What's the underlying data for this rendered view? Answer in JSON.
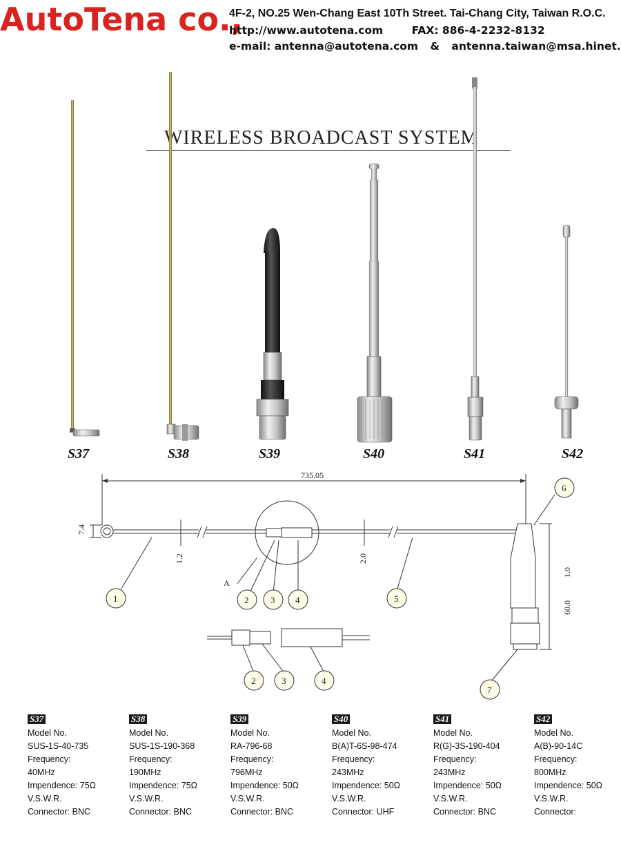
{
  "header": {
    "brand": "AutoTena co.,",
    "address": "4F-2,  NO.25  Wen-Chang East  10Th Street. Tai-Chang City, Taiwan R.O.C.",
    "website": "http://www.autotena.com",
    "fax": "FAX: 886-4-2232-8132",
    "email_label": "e-mail: antenna@autotena.com",
    "email_sep": "&",
    "email_alt": "antenna.taiwan@msa.hinet.net"
  },
  "banner": "WIRELESS  BROADCAST  SYSTEM",
  "product_codes": [
    "S37",
    "S38",
    "S39",
    "S40",
    "S41",
    "S42"
  ],
  "diagram": {
    "dim_total": "735.05",
    "dim_74": "7.4",
    "dim_12": "1.2",
    "dim_20": "2.0",
    "dim_10": "1.0",
    "dim_600": "60.0",
    "label_a": "A",
    "callouts": [
      "1",
      "2",
      "3",
      "4",
      "5",
      "6",
      "7",
      "2",
      "3",
      "4"
    ]
  },
  "specs": [
    {
      "code": "S37",
      "model_label": "Model No.",
      "model": "SUS-1S-40-735",
      "freq_label": "Frequency:",
      "freq": "40MHz",
      "imp": "Impendence: 75Ω",
      "vswr": "V.S.W.R.",
      "conn": "Connector: BNC"
    },
    {
      "code": "S38",
      "model_label": "Model No.",
      "model": "SUS-1S-190-368",
      "freq_label": "Frequency:",
      "freq": "190MHz",
      "imp": "Impendence: 75Ω",
      "vswr": "V.S.W.R.",
      "conn": "Connector: BNC"
    },
    {
      "code": "S39",
      "model_label": "Model No.",
      "model": "RA-796-68",
      "freq_label": "Frequency:",
      "freq": "796MHz",
      "imp": "Impendence: 50Ω",
      "vswr": "V.S.W.R.",
      "conn": "Connector: BNC"
    },
    {
      "code": "S40",
      "model_label": "Model No.",
      "model": "B(A)T-6S-98-474",
      "freq_label": "Frequency:",
      "freq": "243MHz",
      "imp": "Impendence: 50Ω",
      "vswr": "V.S.W.R.",
      "conn": "Connector: UHF"
    },
    {
      "code": "S41",
      "model_label": "Model No.",
      "model": "R(G)-3S-190-404",
      "freq_label": "Frequency:",
      "freq": "243MHz",
      "imp": "Impendence: 50Ω",
      "vswr": "V.S.W.R.",
      "conn": "Connector: BNC"
    },
    {
      "code": "S42",
      "model_label": "Model No.",
      "model": "A(B)-90-14C",
      "freq_label": "Frequency:",
      "freq": "800MHz",
      "imp": "Impendence: 50Ω",
      "vswr": "V.S.W.R.",
      "conn": "Connector:"
    }
  ],
  "colors": {
    "brand_red": "#d8231f",
    "text": "#121212"
  }
}
